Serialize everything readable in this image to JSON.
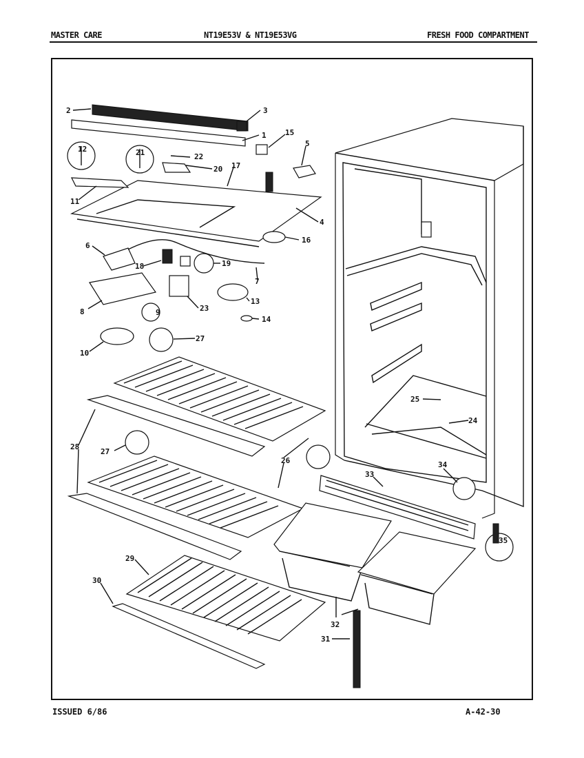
{
  "header": {
    "brand": "MASTER CARE",
    "models": "NT19E53V & NT19E53VG",
    "section": "FRESH FOOD COMPARTMENT"
  },
  "footer": {
    "issued": "ISSUED 6/86",
    "code": "A-42-30"
  },
  "callouts": {
    "c1": "1",
    "c2": "2",
    "c3": "3",
    "c4": "4",
    "c5": "5",
    "c6": "6",
    "c7": "7",
    "c8": "8",
    "c9": "9",
    "c10": "10",
    "c11": "11",
    "c12": "12",
    "c13": "13",
    "c14": "14",
    "c15": "15",
    "c16": "16",
    "c17": "17",
    "c18": "18",
    "c19": "19",
    "c20": "20",
    "c21": "21",
    "c22": "22",
    "c23": "23",
    "c24": "24",
    "c25": "25",
    "c26": "26",
    "c27a": "27",
    "c27b": "27",
    "c28": "28",
    "c29": "29",
    "c30": "30",
    "c31": "31",
    "c32": "32",
    "c33": "33",
    "c34": "34",
    "c35": "35"
  }
}
